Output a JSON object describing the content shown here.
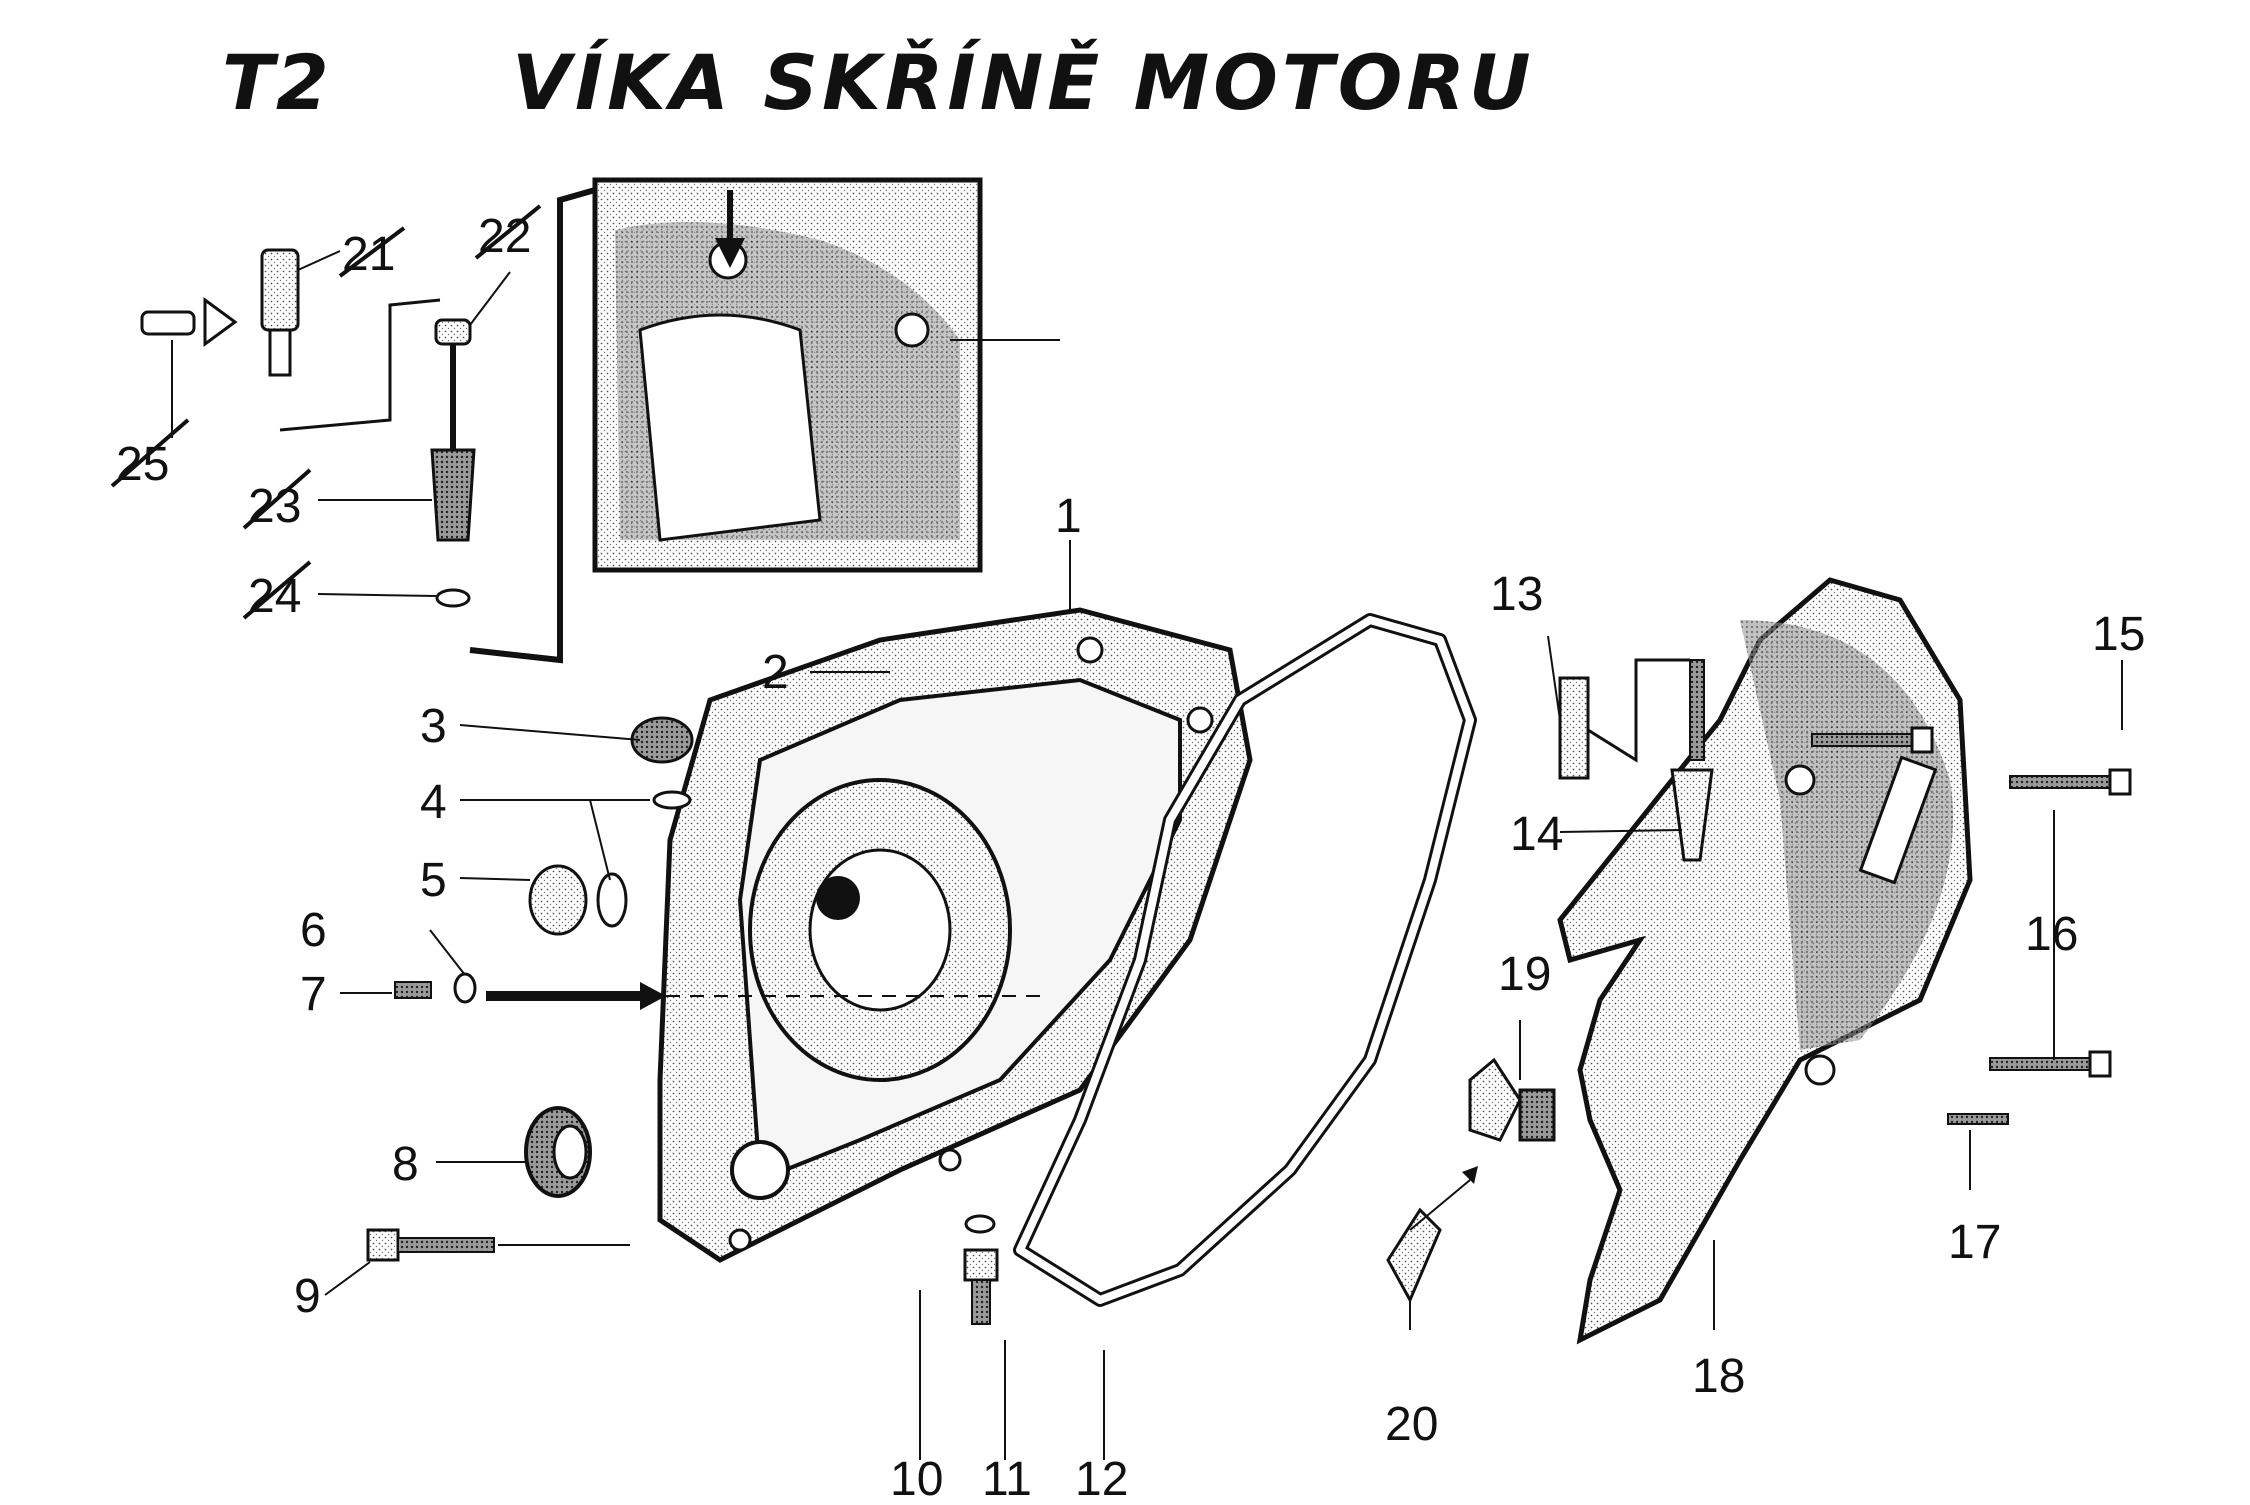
{
  "title": {
    "code": "T2",
    "text": "VÍKA SKŘÍNĚ MOTORU"
  },
  "callouts": [
    "1",
    "2",
    "3",
    "4",
    "5",
    "6",
    "7",
    "8",
    "9",
    "10",
    "11",
    "12",
    "13",
    "14",
    "15",
    "16",
    "17",
    "18",
    "19",
    "20",
    "21",
    "22",
    "23",
    "24",
    "25"
  ],
  "struck_callouts": [
    "21",
    "22",
    "23",
    "24",
    "25"
  ],
  "colors": {
    "ink": "#111111",
    "paper": "#ffffff",
    "shade": "#bdbdbd"
  }
}
